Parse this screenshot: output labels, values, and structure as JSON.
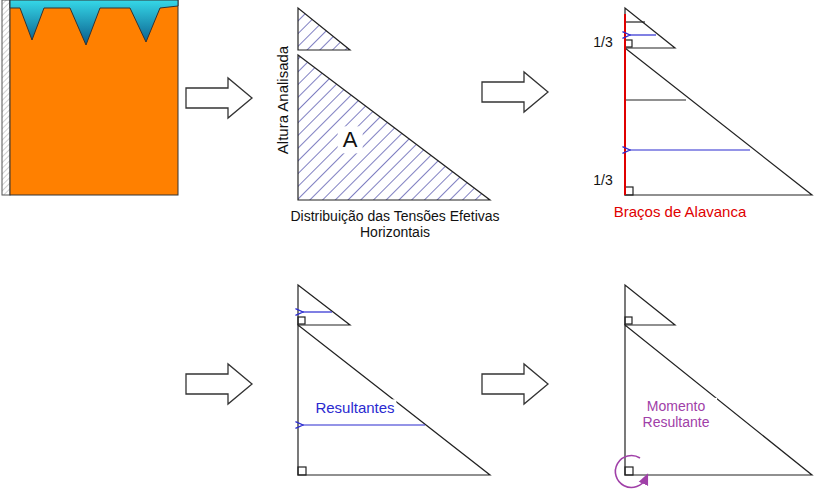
{
  "diagram": {
    "labels": [
      "Altura Analisada",
      "A",
      "Distribuição das Tensões Efetivas Horizontais",
      "1/3",
      "1/3",
      "Braços de Alavanca",
      "Resultantes",
      "Momento Resultante"
    ]
  }
}
